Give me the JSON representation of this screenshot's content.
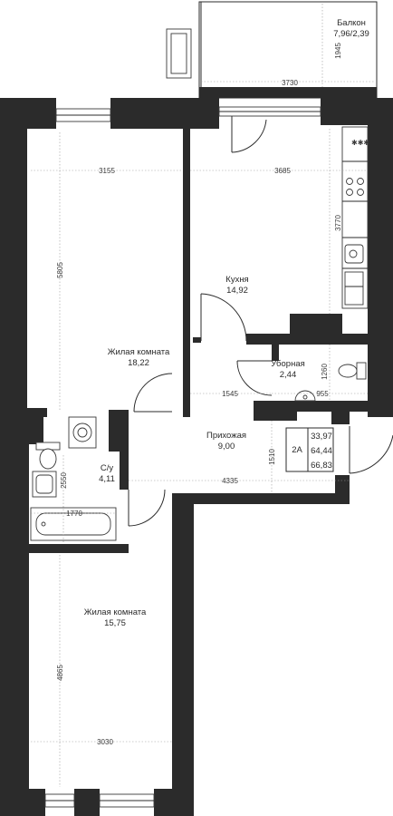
{
  "rooms": {
    "balcony": {
      "name": "Балкон",
      "area": "7,96/2,39"
    },
    "kitchen": {
      "name": "Кухня",
      "area": "14,92"
    },
    "living1": {
      "name": "Жилая комната",
      "area": "18,22"
    },
    "toilet": {
      "name": "Уборная",
      "area": "2,44"
    },
    "hallway": {
      "name": "Прихожая",
      "area": "9,00"
    },
    "bathroom": {
      "name": "С/у",
      "area": "4,11"
    },
    "living2": {
      "name": "Жилая комната",
      "area": "15,75"
    }
  },
  "dimensions": {
    "balcony_depth": "1945",
    "balcony_width": "3730",
    "living1_width": "3155",
    "kitchen_width": "3685",
    "kitchen_depth": "3770",
    "living1_depth": "5805",
    "toilet_depth": "1260",
    "corridor_width": "1545",
    "toilet_width": "955",
    "hall_depth": "1510",
    "bath_depth": "2550",
    "bath_width": "1770",
    "hall_width": "4335",
    "living2_depth": "4865",
    "living2_width": "3030"
  },
  "summary": {
    "type": "2А",
    "living_area": "33,97",
    "total_area": "64,44",
    "total_with_balcony": "66,83"
  },
  "icons": [
    "stove-icon",
    "sink-icon",
    "toilet-icon",
    "washing-machine-icon",
    "bathtub-icon",
    "door-swing-icon"
  ]
}
